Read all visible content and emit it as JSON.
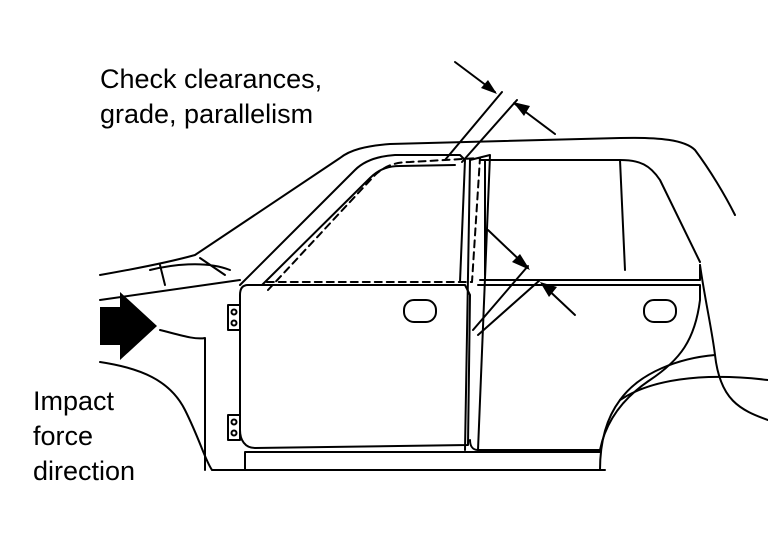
{
  "labels": {
    "clearance_line1": "Check clearances,",
    "clearance_line2": "grade, parallelism",
    "impact_line1": "Impact",
    "impact_line2": "force",
    "impact_line3": "direction"
  },
  "colors": {
    "ink": "#000000",
    "background": "#ffffff"
  }
}
